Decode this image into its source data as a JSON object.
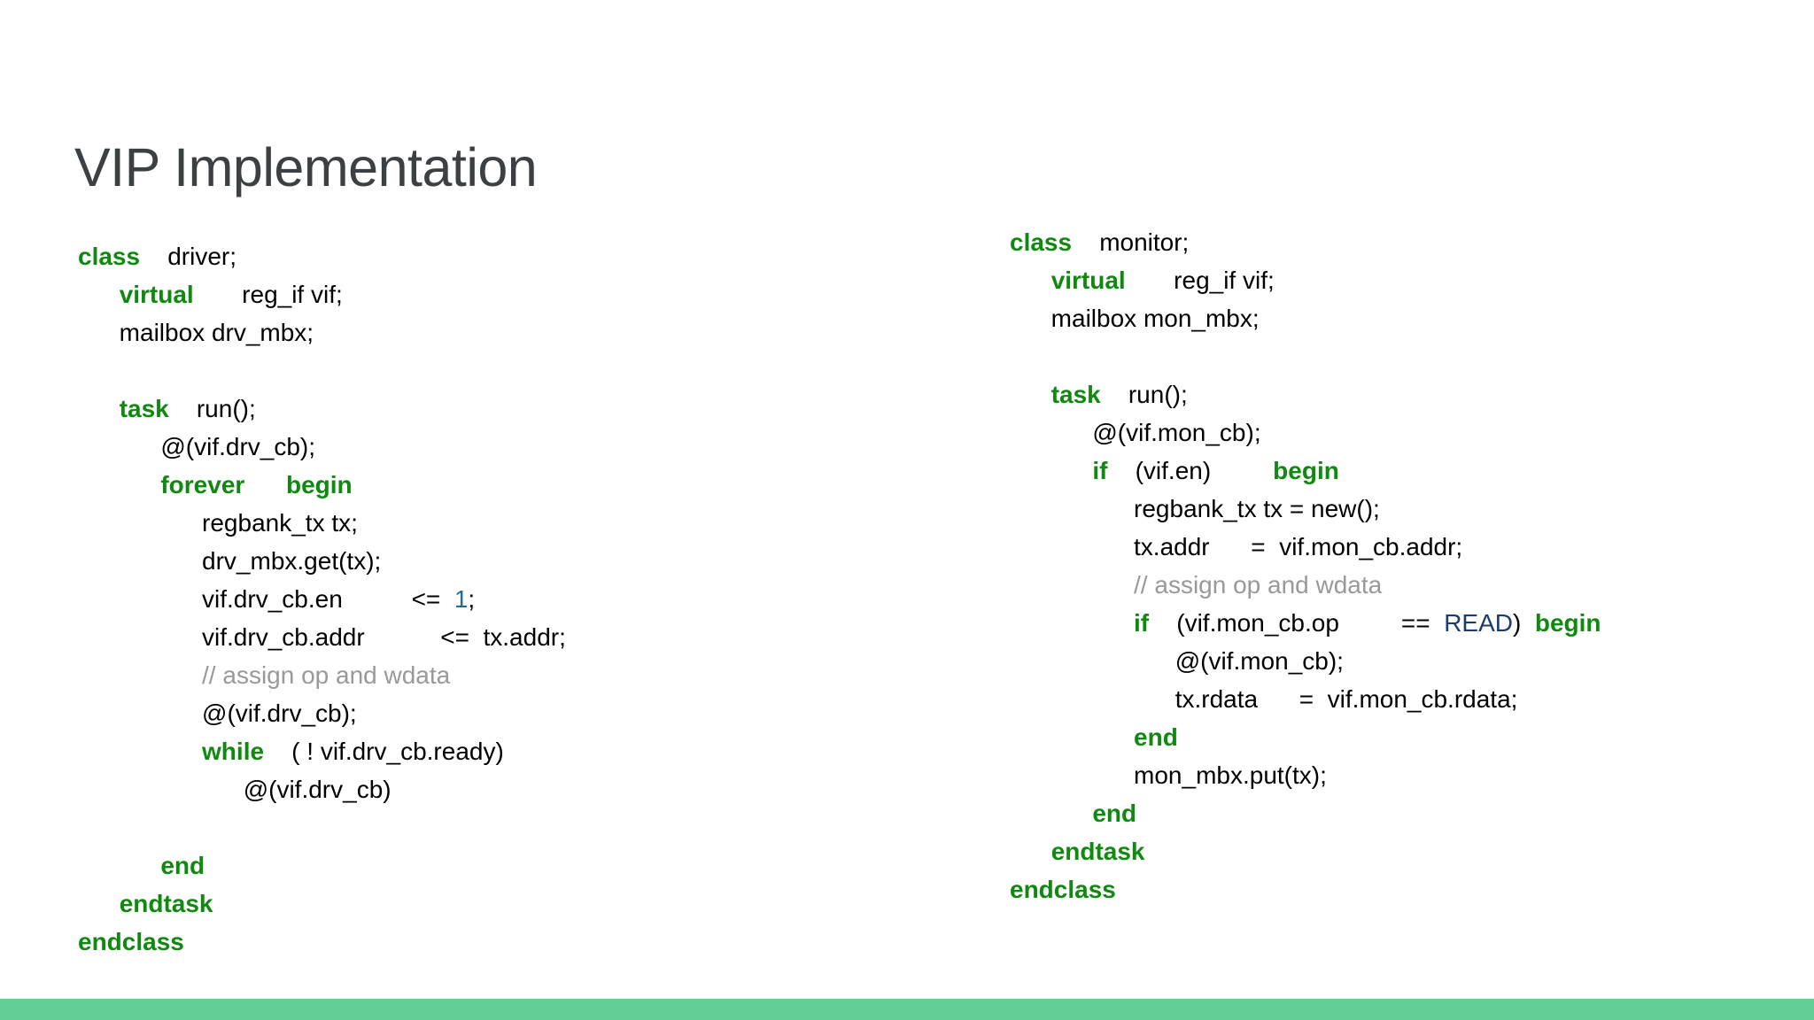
{
  "slide": {
    "title": "VIP Implementation",
    "background_color": "#ffffff",
    "title_color": "#3c4043",
    "accent_bar_color": "#63ce98"
  },
  "theme": {
    "keyword_color": "#108910",
    "comment_color": "#999999",
    "number_color": "#1f6f8b",
    "constant_color": "#1a3d6e",
    "text_color": "#000000"
  },
  "code_blocks": [
    {
      "id": "driver",
      "label": "driver-class-code",
      "lines": [
        [
          {
            "t": "class",
            "c": "kw"
          },
          {
            "t": "    driver;",
            "c": "plain"
          }
        ],
        [
          {
            "t": "      ",
            "c": "plain"
          },
          {
            "t": "virtual",
            "c": "kw"
          },
          {
            "t": "       reg_if vif;",
            "c": "plain"
          }
        ],
        [
          {
            "t": "      mailbox drv_mbx;",
            "c": "plain"
          }
        ],
        [
          {
            "t": "",
            "c": "plain"
          }
        ],
        [
          {
            "t": "      ",
            "c": "plain"
          },
          {
            "t": "task",
            "c": "kw"
          },
          {
            "t": "    run();",
            "c": "plain"
          }
        ],
        [
          {
            "t": "            @(vif.drv_cb);",
            "c": "plain"
          }
        ],
        [
          {
            "t": "            ",
            "c": "plain"
          },
          {
            "t": "forever",
            "c": "kw"
          },
          {
            "t": "      ",
            "c": "plain"
          },
          {
            "t": "begin",
            "c": "kw"
          }
        ],
        [
          {
            "t": "                  regbank_tx tx;",
            "c": "plain"
          }
        ],
        [
          {
            "t": "                  drv_mbx.get(tx);",
            "c": "plain"
          }
        ],
        [
          {
            "t": "                  vif.drv_cb.en          <=  ",
            "c": "plain"
          },
          {
            "t": "1",
            "c": "num"
          },
          {
            "t": ";",
            "c": "plain"
          }
        ],
        [
          {
            "t": "                  vif.drv_cb.addr           <=  tx.addr;",
            "c": "plain"
          }
        ],
        [
          {
            "t": "                  ",
            "c": "plain"
          },
          {
            "t": "// assign op and wdata",
            "c": "comment"
          }
        ],
        [
          {
            "t": "                  @(vif.drv_cb);",
            "c": "plain"
          }
        ],
        [
          {
            "t": "                  ",
            "c": "plain"
          },
          {
            "t": "while",
            "c": "kw"
          },
          {
            "t": "    ( ! vif.drv_cb.ready)",
            "c": "plain"
          }
        ],
        [
          {
            "t": "                        @(vif.drv_cb)",
            "c": "plain"
          }
        ],
        [
          {
            "t": "",
            "c": "plain"
          }
        ],
        [
          {
            "t": "            ",
            "c": "plain"
          },
          {
            "t": "end",
            "c": "kw"
          }
        ],
        [
          {
            "t": "      ",
            "c": "plain"
          },
          {
            "t": "endtask",
            "c": "kw"
          }
        ],
        [
          {
            "t": "",
            "c": "plain"
          },
          {
            "t": "endclass",
            "c": "kw"
          }
        ]
      ]
    },
    {
      "id": "monitor",
      "label": "monitor-class-code",
      "lines": [
        [
          {
            "t": "class",
            "c": "kw"
          },
          {
            "t": "    monitor;",
            "c": "plain"
          }
        ],
        [
          {
            "t": "      ",
            "c": "plain"
          },
          {
            "t": "virtual",
            "c": "kw"
          },
          {
            "t": "       reg_if vif;",
            "c": "plain"
          }
        ],
        [
          {
            "t": "      mailbox mon_mbx;",
            "c": "plain"
          }
        ],
        [
          {
            "t": "",
            "c": "plain"
          }
        ],
        [
          {
            "t": "      ",
            "c": "plain"
          },
          {
            "t": "task",
            "c": "kw"
          },
          {
            "t": "    run();",
            "c": "plain"
          }
        ],
        [
          {
            "t": "            @(vif.mon_cb);",
            "c": "plain"
          }
        ],
        [
          {
            "t": "            ",
            "c": "plain"
          },
          {
            "t": "if",
            "c": "kw"
          },
          {
            "t": "    (vif.en)         ",
            "c": "plain"
          },
          {
            "t": "begin",
            "c": "kw"
          }
        ],
        [
          {
            "t": "                  regbank_tx tx = new();",
            "c": "plain"
          }
        ],
        [
          {
            "t": "                  tx.addr      =  vif.mon_cb.addr;",
            "c": "plain"
          }
        ],
        [
          {
            "t": "                  ",
            "c": "plain"
          },
          {
            "t": "// assign op and wdata",
            "c": "comment"
          }
        ],
        [
          {
            "t": "                  ",
            "c": "plain"
          },
          {
            "t": "if",
            "c": "kw"
          },
          {
            "t": "    (vif.mon_cb.op         ==  ",
            "c": "plain"
          },
          {
            "t": "READ",
            "c": "const"
          },
          {
            "t": ")  ",
            "c": "plain"
          },
          {
            "t": "begin",
            "c": "kw"
          }
        ],
        [
          {
            "t": "                        @(vif.mon_cb);",
            "c": "plain"
          }
        ],
        [
          {
            "t": "                        tx.rdata      =  vif.mon_cb.rdata;",
            "c": "plain"
          }
        ],
        [
          {
            "t": "                  ",
            "c": "plain"
          },
          {
            "t": "end",
            "c": "kw"
          }
        ],
        [
          {
            "t": "                  mon_mbx.put(tx);",
            "c": "plain"
          }
        ],
        [
          {
            "t": "            ",
            "c": "plain"
          },
          {
            "t": "end",
            "c": "kw"
          }
        ],
        [
          {
            "t": "      ",
            "c": "plain"
          },
          {
            "t": "endtask",
            "c": "kw"
          }
        ],
        [
          {
            "t": "",
            "c": "plain"
          },
          {
            "t": "endclass",
            "c": "kw"
          }
        ]
      ]
    }
  ]
}
